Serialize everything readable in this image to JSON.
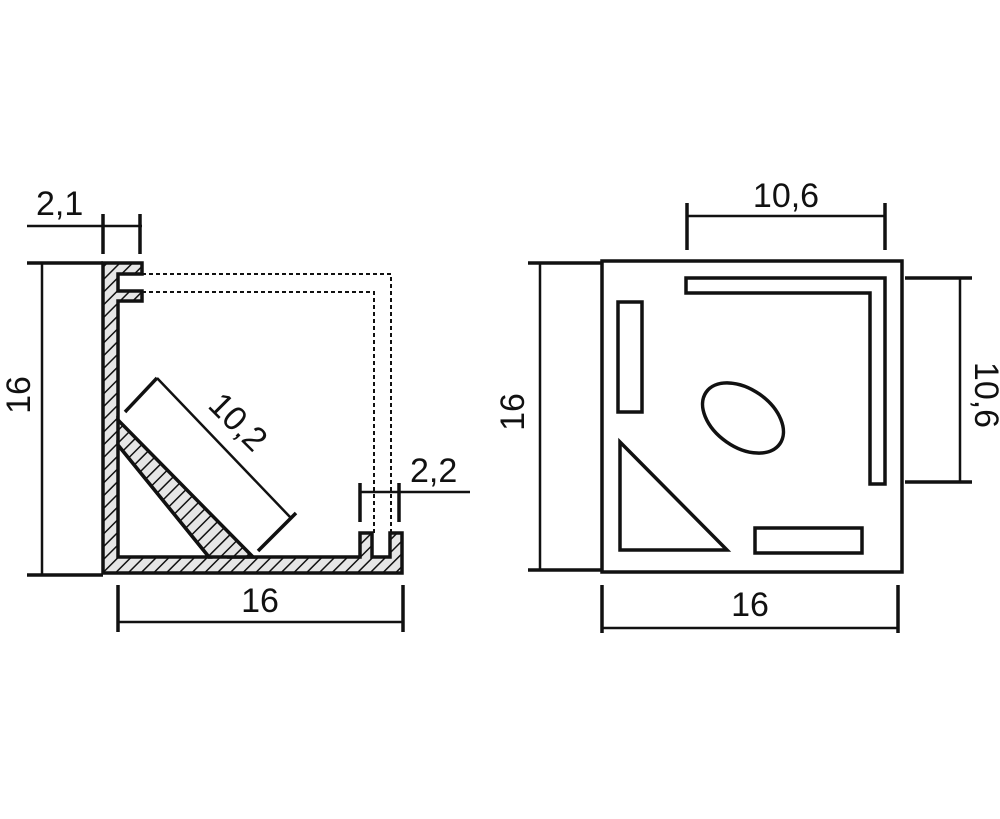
{
  "left_view": {
    "dims": {
      "lip_width": "2,1",
      "height": "16",
      "width": "16",
      "diffuser_width": "10,2",
      "slot_width": "2,2"
    }
  },
  "right_view": {
    "dims": {
      "top_width": "10,6",
      "right_height": "10,6",
      "height": "16",
      "width": "16"
    }
  },
  "colors": {
    "line": "#111111",
    "fill": "#e6e6e6"
  }
}
